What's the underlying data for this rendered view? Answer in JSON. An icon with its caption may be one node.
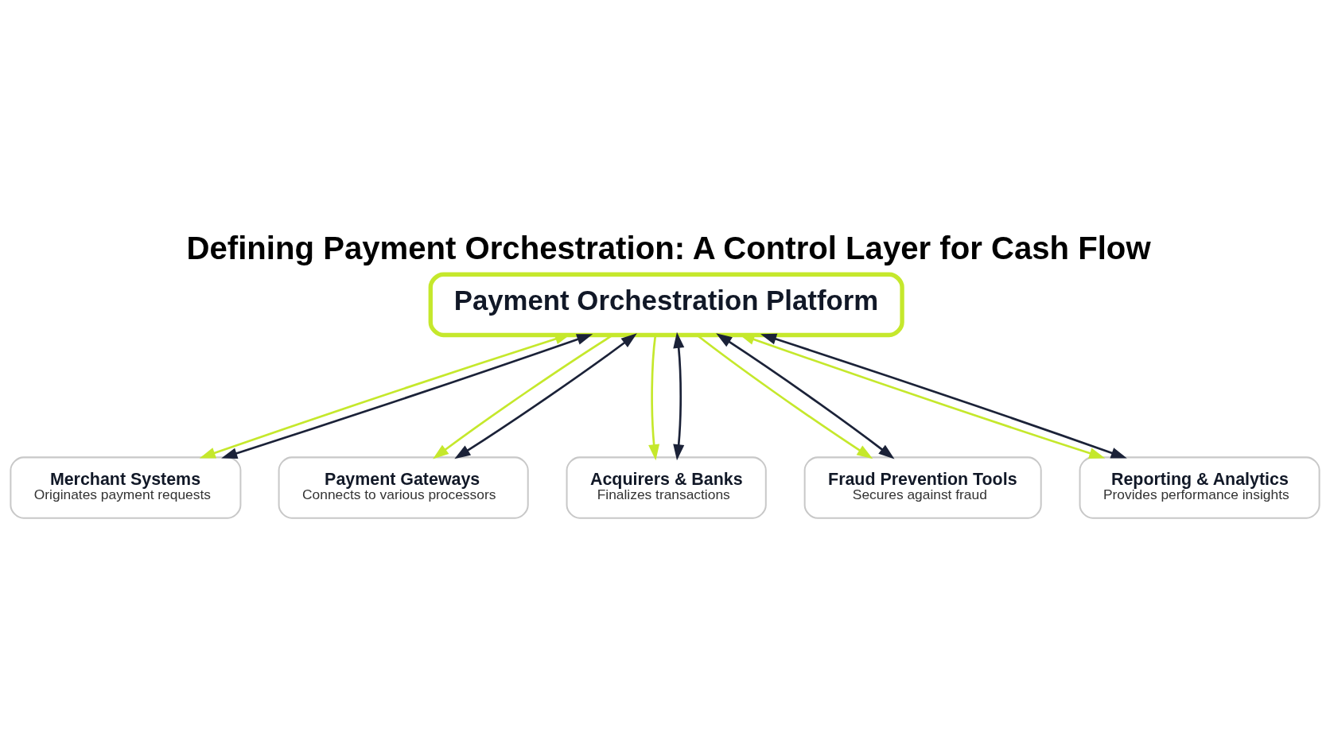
{
  "diagram": {
    "title": "Defining Payment Orchestration: A Control Layer for Cash Flow",
    "nodes": [
      {
        "text": [
          "Payment Orchestration Platform"
        ]
      },
      {
        "text": [
          "Merchant Systems",
          "Originates payment requests"
        ]
      },
      {
        "text": [
          "Payment Gateways",
          "Connects to various processors"
        ]
      },
      {
        "text": [
          "Acquirers & Banks",
          "Finalizes transactions"
        ]
      },
      {
        "text": [
          "Fraud Prevention Tools",
          "Secures against fraud"
        ]
      },
      {
        "text": [
          "Reporting & Analytics",
          "Provides performance insights"
        ]
      }
    ],
    "edges": [
      {
        "from": 1,
        "to": 0,
        "arrow": "both",
        "color": "#c5e82c"
      },
      {
        "from": 1,
        "to": 0,
        "arrow": "both",
        "color": "#1b2238"
      },
      {
        "from": 0,
        "to": 2,
        "arrow": "to",
        "color": "#c5e82c"
      },
      {
        "from": 0,
        "to": 2,
        "arrow": "both",
        "color": "#1b2238"
      },
      {
        "from": 0,
        "to": 3,
        "arrow": "to",
        "color": "#c5e82c"
      },
      {
        "from": 0,
        "to": 3,
        "arrow": "both",
        "color": "#1b2238"
      },
      {
        "from": 0,
        "to": 4,
        "arrow": "to",
        "color": "#c5e82c"
      },
      {
        "from": 0,
        "to": 4,
        "arrow": "both",
        "color": "#1b2238"
      },
      {
        "from": 5,
        "to": 0,
        "arrow": "both",
        "color": "#c5e82c"
      },
      {
        "from": 5,
        "to": 0,
        "arrow": "both",
        "color": "#1b2238"
      }
    ]
  }
}
